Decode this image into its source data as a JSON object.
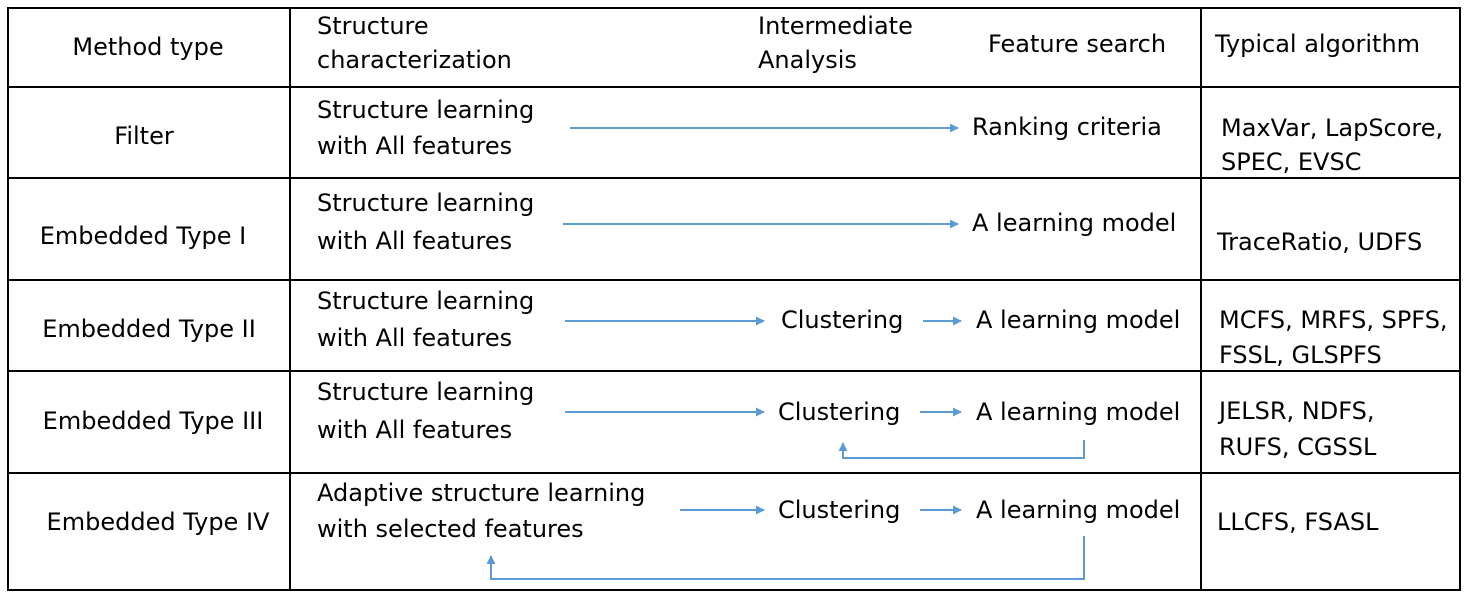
{
  "colors": {
    "arrow": "#5b9bd5",
    "grid": "#000000"
  },
  "header": {
    "method_type": "Method type",
    "structure_1": "Structure",
    "structure_2": "characterization",
    "intermediate_1": "Intermediate",
    "intermediate_2": "Analysis",
    "feature_search": "Feature search",
    "typical_algorithm": "Typical algorithm"
  },
  "rows": [
    {
      "method": "Filter",
      "structure": [
        "Structure learning",
        "with All features"
      ],
      "intermediate": "",
      "search": "Ranking criteria",
      "algorithms": [
        "MaxVar, LapScore,",
        "SPEC, EVSC"
      ],
      "feedback": "none"
    },
    {
      "method": "Embedded Type I",
      "structure": [
        "Structure learning",
        "with All features"
      ],
      "intermediate": "",
      "search": "A learning model",
      "algorithms": [
        "TraceRatio, UDFS"
      ],
      "feedback": "none"
    },
    {
      "method": "Embedded Type II",
      "structure": [
        "Structure learning",
        "with All features"
      ],
      "intermediate": "Clustering",
      "search": "A learning model",
      "algorithms": [
        "MCFS, MRFS, SPFS,",
        "FSSL, GLSPFS"
      ],
      "feedback": "none"
    },
    {
      "method": "Embedded Type III",
      "structure": [
        "Structure learning",
        "with All features"
      ],
      "intermediate": "Clustering",
      "search": "A learning model",
      "algorithms": [
        "JELSR, NDFS,",
        "RUFS, CGSSL"
      ],
      "feedback": "to-clustering"
    },
    {
      "method": "Embedded Type IV",
      "structure": [
        "Adaptive structure learning",
        "with selected features"
      ],
      "intermediate": "Clustering",
      "search": "A learning model",
      "algorithms": [
        "LLCFS, FSASL"
      ],
      "feedback": "to-structure"
    }
  ]
}
